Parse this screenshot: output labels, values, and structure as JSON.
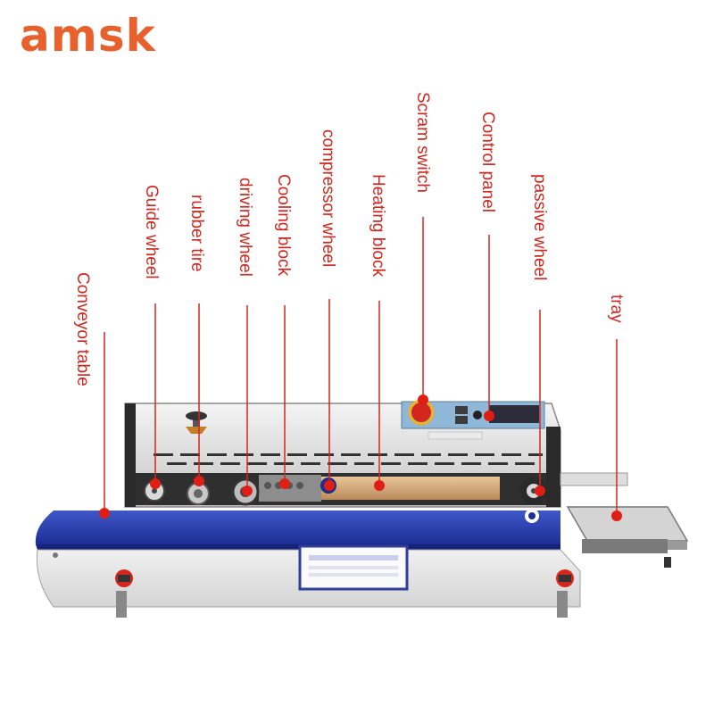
{
  "brand": {
    "logo_text": "amsk",
    "logo_color": "#e8602c"
  },
  "accent_color": "#d0281e",
  "labels": [
    {
      "id": "conveyor-table",
      "text": "Conveyor table"
    },
    {
      "id": "guide-wheel",
      "text": "Guide wheel"
    },
    {
      "id": "rubber-tire",
      "text": "rubber tire"
    },
    {
      "id": "driving-wheel",
      "text": "driving wheel"
    },
    {
      "id": "cooling-block",
      "text": "Cooling block"
    },
    {
      "id": "compressor-wheel",
      "text": "compressor wheel"
    },
    {
      "id": "heating-block",
      "text": "Heating block"
    },
    {
      "id": "scram-switch",
      "text": "Scram switch"
    },
    {
      "id": "control-panel",
      "text": "Control panel"
    },
    {
      "id": "passive-wheel",
      "text": "passive wheel"
    },
    {
      "id": "tray",
      "text": "tray"
    }
  ]
}
